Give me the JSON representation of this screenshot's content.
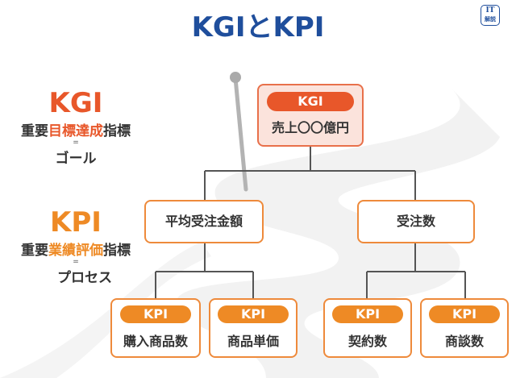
{
  "title": "KGIとKPI",
  "logo": {
    "line1": "IT",
    "line2": "解説"
  },
  "side": {
    "kgi": {
      "heading": "KGI",
      "line_pre": "重要",
      "line_highlight": "目標達成",
      "line_post": "指標",
      "equals": "=",
      "meaning": "ゴール"
    },
    "kpi": {
      "heading": "KPI",
      "line_pre": "重要",
      "line_highlight": "業績評価",
      "line_post": "指標",
      "equals": "=",
      "meaning": "プロセス"
    }
  },
  "tree": {
    "root": {
      "tag": "KGI",
      "label": "売上〇〇億円"
    },
    "mid": [
      {
        "label": "平均受注金額"
      },
      {
        "label": "受注数"
      }
    ],
    "leaves": [
      {
        "tag": "KPI",
        "label": "購入商品数"
      },
      {
        "tag": "KPI",
        "label": "商品単価"
      },
      {
        "tag": "KPI",
        "label": "契約数"
      },
      {
        "tag": "KPI",
        "label": "商談数"
      }
    ]
  },
  "colors": {
    "title": "#1f4e9c",
    "kgi_accent": "#e8572a",
    "kpi_accent": "#ee8a25",
    "connector": "#555555",
    "road": "#f0f0f0"
  },
  "icons": [
    "flag-pole-icon",
    "winding-road-background"
  ]
}
